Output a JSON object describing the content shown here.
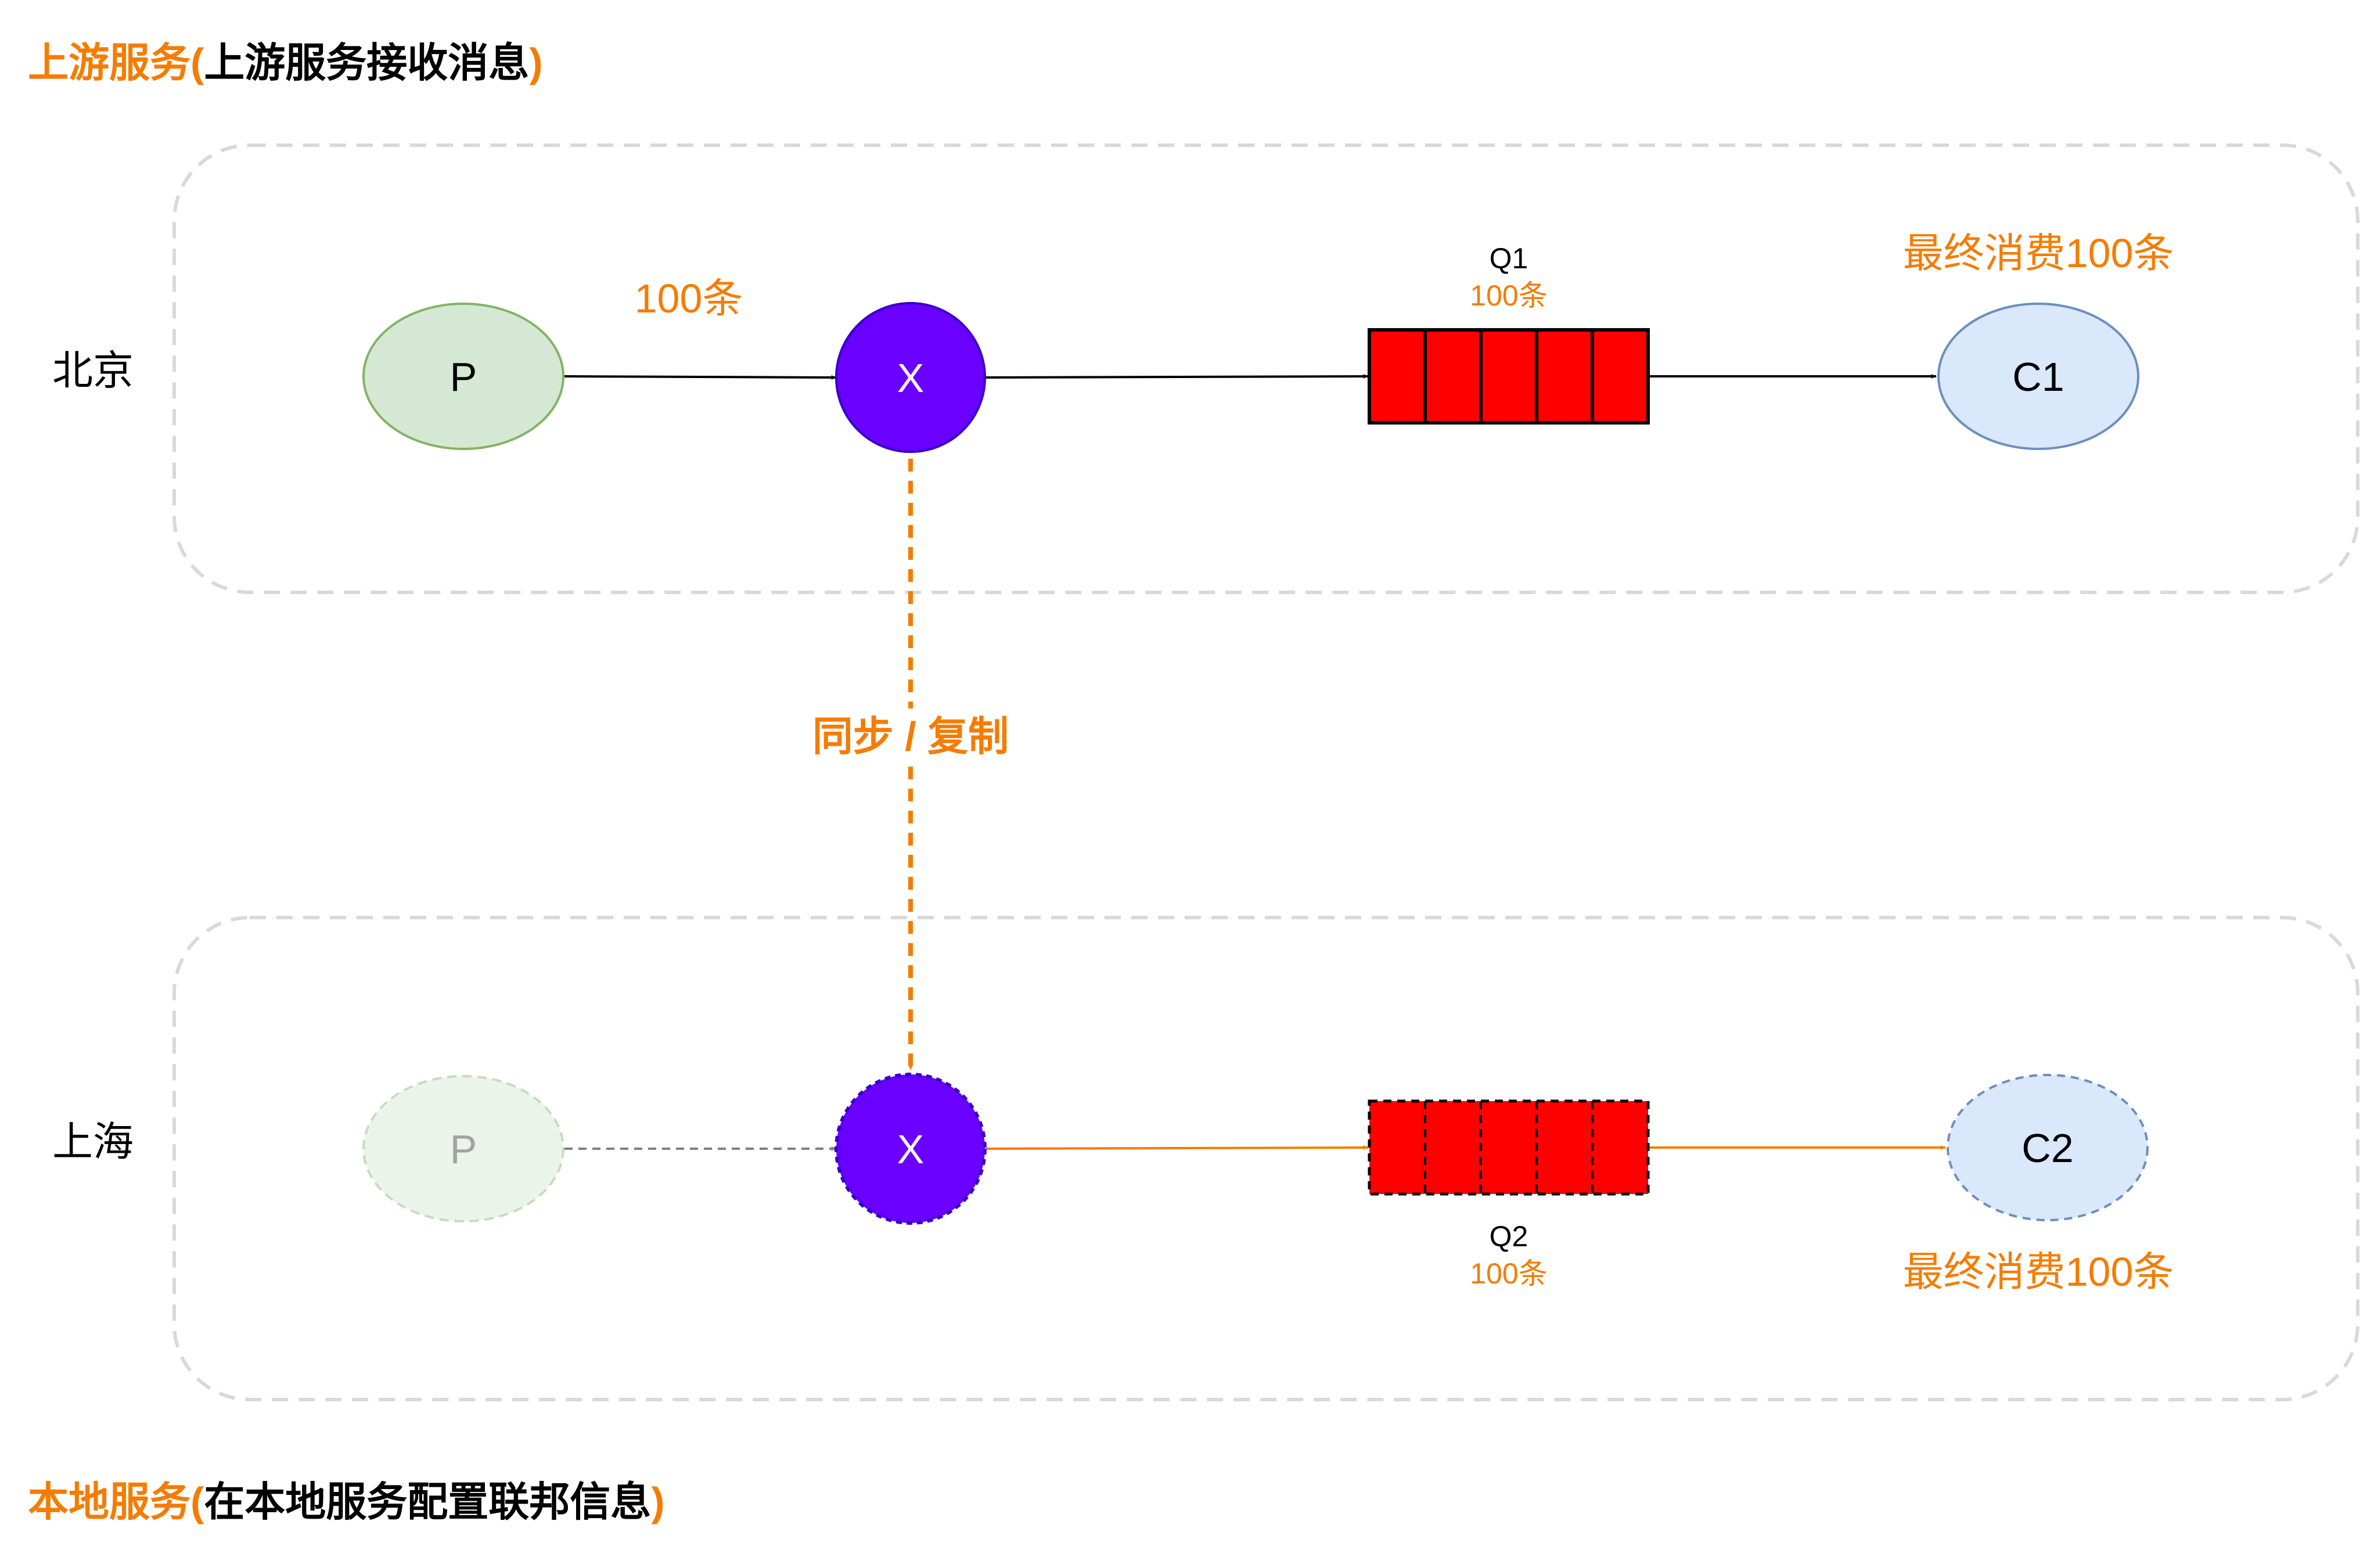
{
  "headings": {
    "upstream_prefix": "上游服务(",
    "upstream_detail": "上游服务接收消息",
    "upstream_suffix": ")",
    "local_prefix": "本地服务(",
    "local_detail": "在本地服务配置联邦信息",
    "local_suffix": ")"
  },
  "regions": {
    "beijing": {
      "label": "北京",
      "producer": "P",
      "exchange": "X",
      "queue_name": "Q1",
      "queue_count": "100条",
      "consumer": "C1",
      "publish_count": "100条",
      "consumed_note": "最终消费100条"
    },
    "shanghai": {
      "label": "上海",
      "producer": "P",
      "exchange": "X",
      "queue_name": "Q2",
      "queue_count": "100条",
      "consumer": "C2",
      "consumed_note": "最终消费100条"
    }
  },
  "sync": {
    "label": "同步 / 复制"
  },
  "colors": {
    "accent_orange": "#f57c00",
    "exchange_purple": "#6a00ff",
    "queue_red": "#ff0000",
    "producer_green_fill": "#d5e8d4",
    "producer_green_stroke": "#82b366",
    "consumer_blue_fill": "#dae8fc",
    "consumer_blue_stroke": "#6c8ebf",
    "region_border": "#d9d9d9"
  }
}
